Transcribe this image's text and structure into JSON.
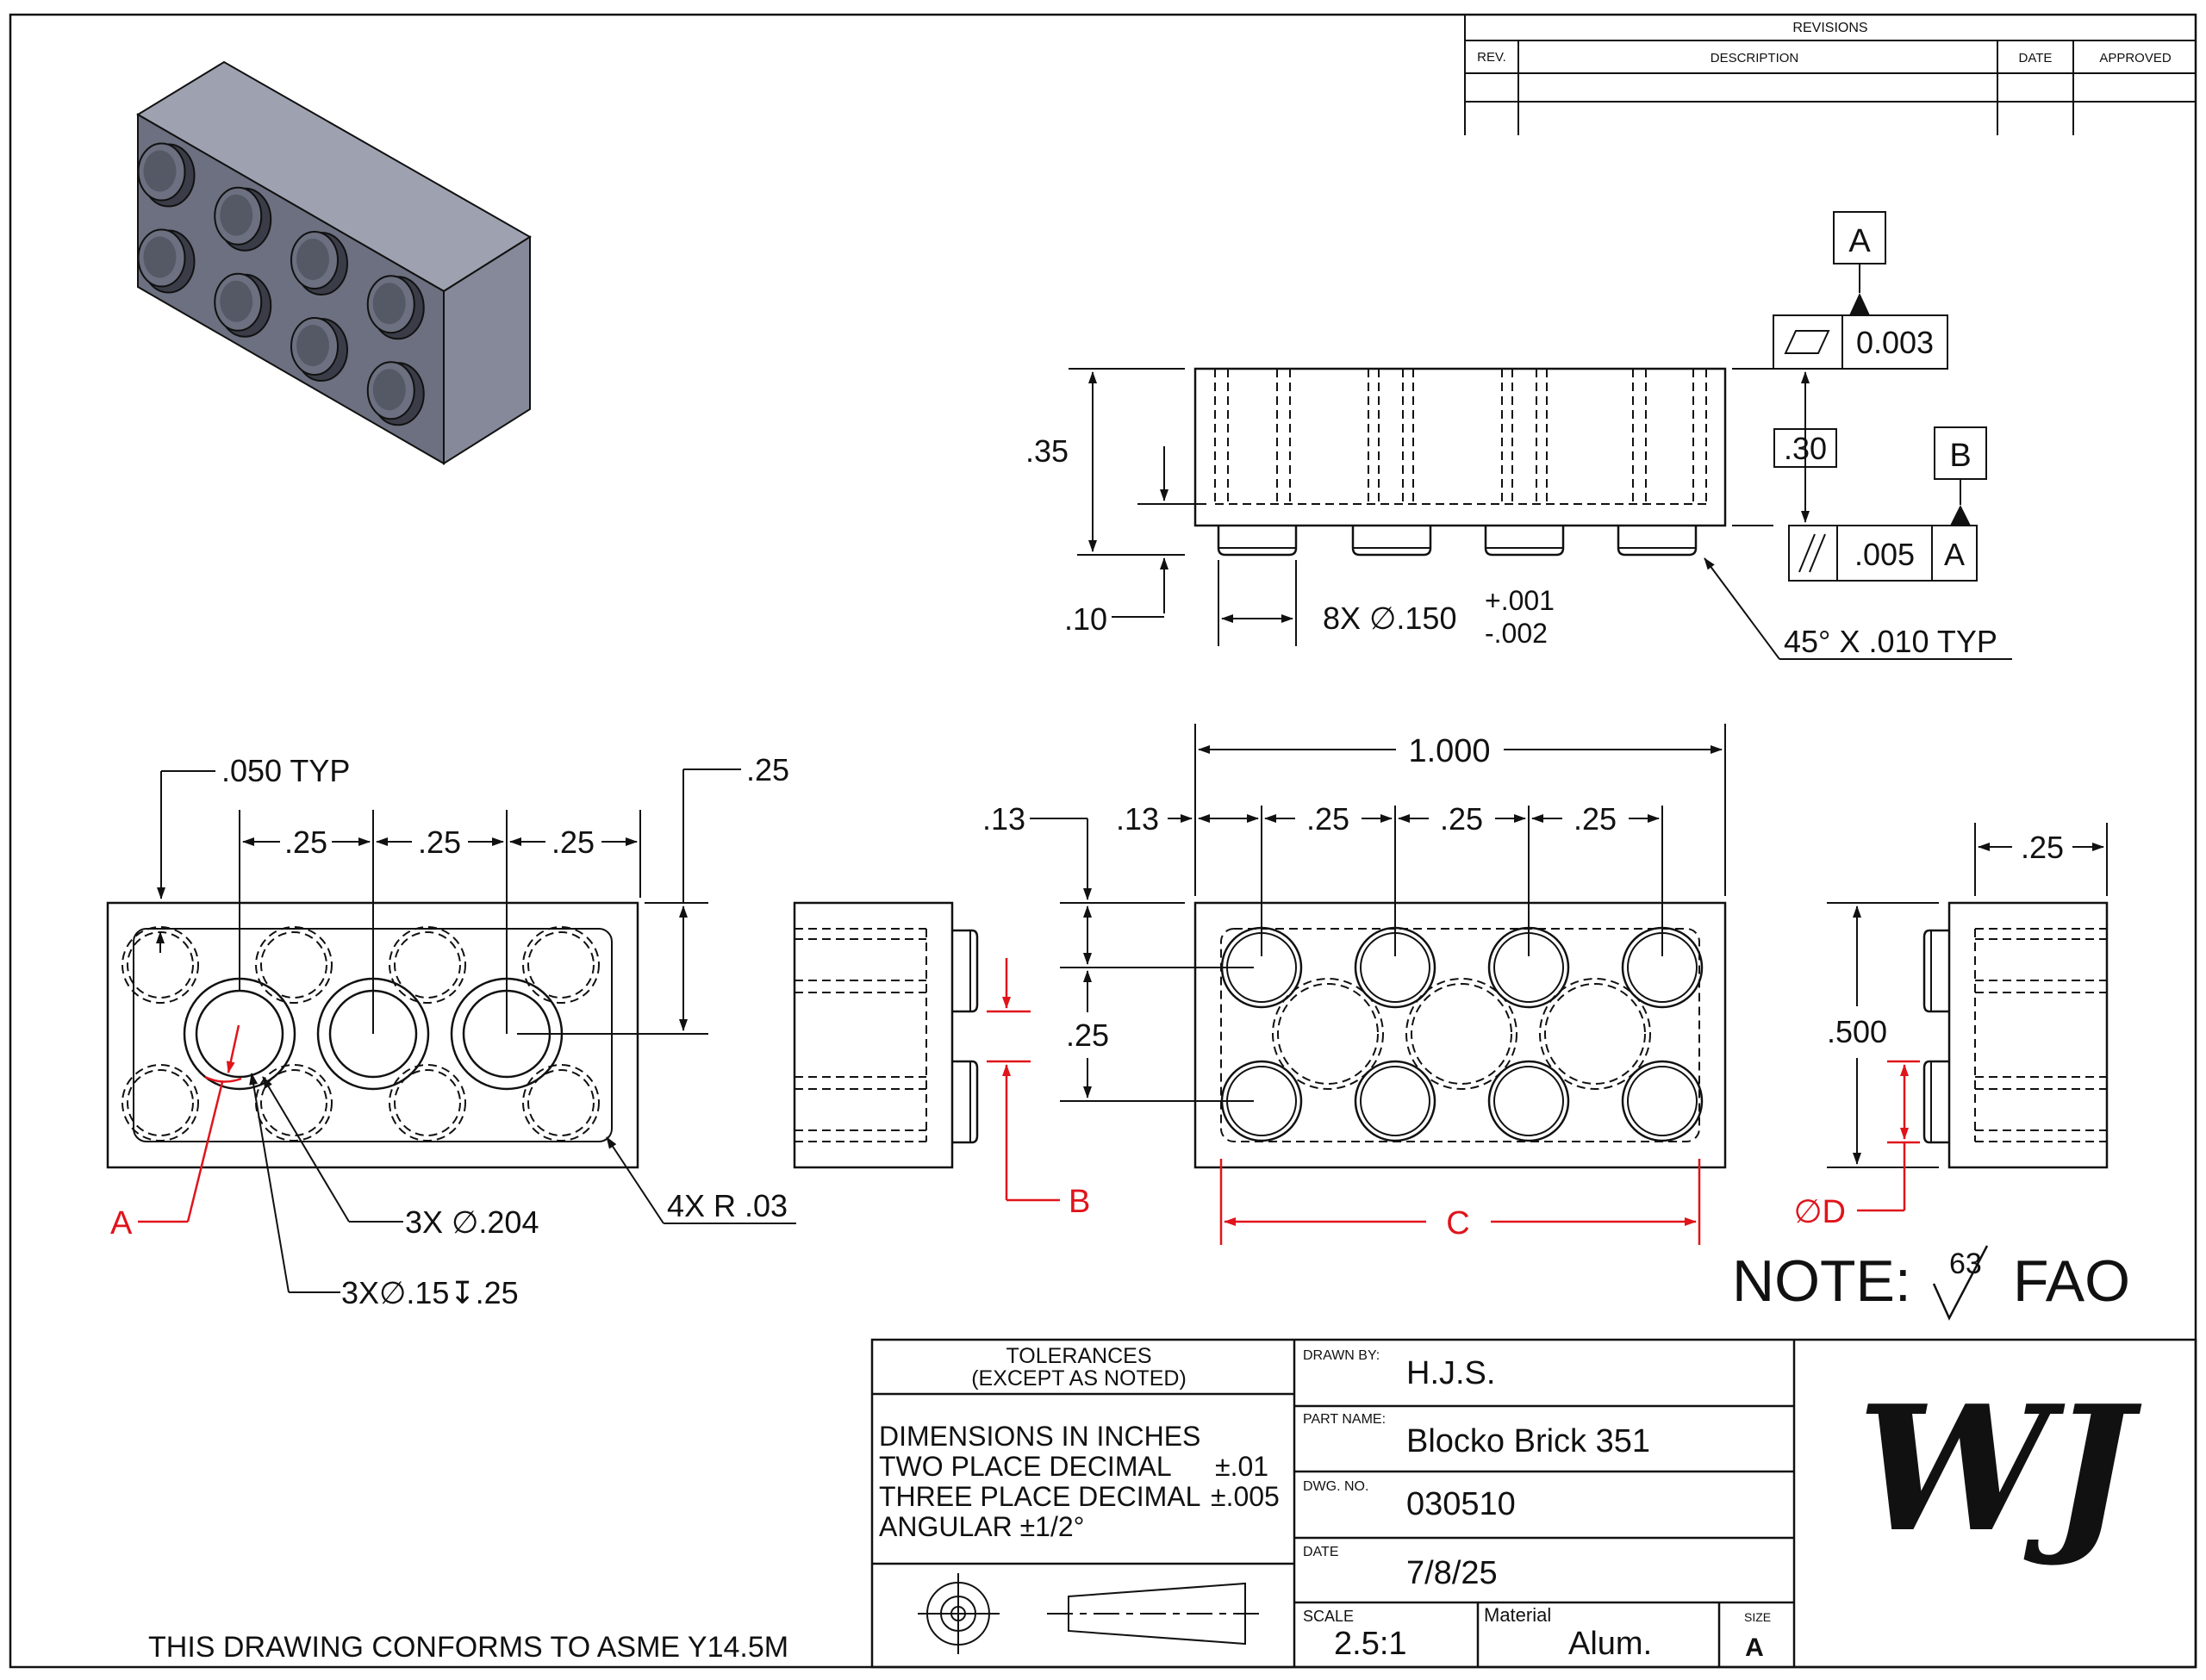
{
  "revisions": {
    "title": "REVISIONS",
    "col_rev": "REV.",
    "col_description": "DESCRIPTION",
    "col_date": "DATE",
    "col_approved": "APPROVED"
  },
  "front_view": {
    "datum_a": "A",
    "flatness_tol": "0.003",
    "dim_height": ".35",
    "dim_stud_height": ".10",
    "dim_gap": ".30",
    "datum_b": "B",
    "parallelism_tol": ".005",
    "parallelism_ref": "A",
    "stud_dia_prefix": "8X ∅.150",
    "stud_dia_plus": "+.001",
    "stud_dia_minus": "-.002",
    "chamfer_note": "45° X .010 TYP"
  },
  "bottom_view": {
    "wall_note": ".050 TYP",
    "pitch_1": ".25",
    "pitch_2": ".25",
    "pitch_3": ".25",
    "dim_tube_offset": ".25",
    "tube_od_note": "3X ∅.204",
    "tube_id_note": "3X∅.15↧.25",
    "corner_radius_note": "4X R .03",
    "red_label_a": "A"
  },
  "side_view_left": {
    "red_label_b": "B"
  },
  "top_view": {
    "dim_overall_length": "1.000",
    "dim_edge_left": ".13",
    "dim_edge_top": ".13",
    "pitch_1": ".25",
    "pitch_2": ".25",
    "pitch_3": ".25",
    "dim_row_spacing": ".25",
    "red_label_c": "C"
  },
  "side_view_right": {
    "dim_stud_offset": ".25",
    "dim_width": ".500",
    "red_label_d": "∅D"
  },
  "note": {
    "prefix": "NOTE:",
    "roughness": "63",
    "suffix": "FAO"
  },
  "title_block": {
    "tolerances_title": "TOLERANCES",
    "tolerances_sub": "(EXCEPT AS NOTED)",
    "tol_line1": "DIMENSIONS IN INCHES",
    "tol_line2_label": "TWO PLACE DECIMAL",
    "tol_line2_value": "±.01",
    "tol_line3_label": "THREE PLACE DECIMAL",
    "tol_line3_value": "±.005",
    "tol_line4": "ANGULAR ±1/2°",
    "drawn_by_label": "DRAWN BY:",
    "drawn_by": "H.J.S.",
    "part_name_label": "PART NAME:",
    "part_name": "Blocko Brick 351",
    "dwg_no_label": "DWG. NO.",
    "dwg_no": "030510",
    "date_label": "DATE",
    "date": "7/8/25",
    "scale_label": "SCALE",
    "scale": "2.5:1",
    "material_label": "Material",
    "material": "Alum.",
    "size_label": "SIZE",
    "size": "A",
    "logo": "WJ"
  },
  "conformance": "THIS DRAWING CONFORMS TO ASME Y14.5M",
  "colors": {
    "ink": "#111111",
    "markup_red": "#e0141b",
    "iso_top": "#9ea2b0",
    "iso_front": "#6c7080",
    "iso_side": "#858999"
  }
}
